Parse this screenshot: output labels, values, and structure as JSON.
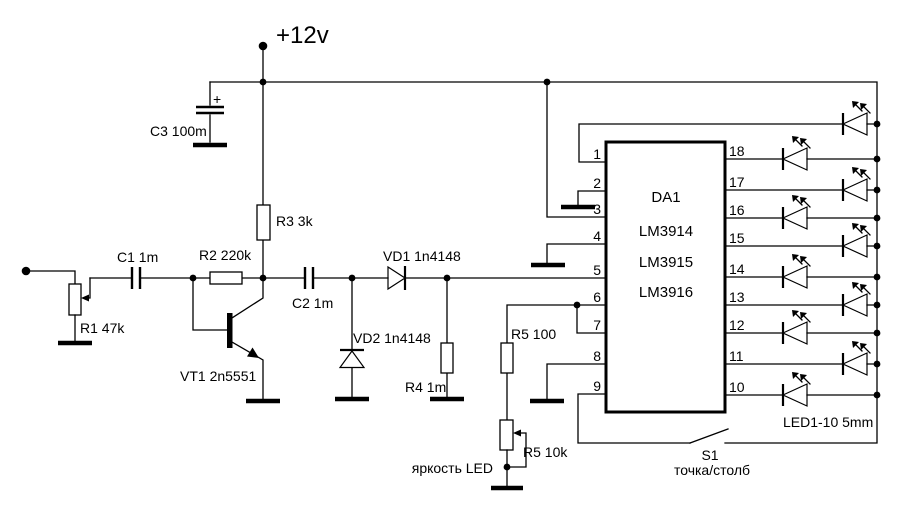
{
  "colors": {
    "background": "#ffffff",
    "ink": "#000000"
  },
  "power": {
    "label": "+12v"
  },
  "components": {
    "c3": {
      "label": "C3 100m",
      "polarity": "+"
    },
    "r3": {
      "label": "R3 3k"
    },
    "c1": {
      "label": "C1 1m"
    },
    "r1": {
      "label": "R1 47k"
    },
    "r2": {
      "label": "R2 220k"
    },
    "vt1": {
      "label": "VT1 2n5551"
    },
    "c2": {
      "label": "C2 1m"
    },
    "vd1": {
      "label": "VD1 1n4148"
    },
    "vd2": {
      "label": "VD2 1n4148"
    },
    "r4": {
      "label": "R4 1m"
    },
    "r5_filter": {
      "label": "R5 100"
    },
    "r5_pot": {
      "label": "R5 10k"
    }
  },
  "ic": {
    "designator": "DA1",
    "models": [
      "LM3914",
      "LM3915",
      "LM3916"
    ],
    "left_pins": [
      "1",
      "2",
      "3",
      "4",
      "5",
      "6",
      "7",
      "8",
      "9"
    ],
    "right_pins": [
      "18",
      "17",
      "16",
      "15",
      "14",
      "13",
      "12",
      "11",
      "10"
    ]
  },
  "leds": {
    "caption": "LED1-10  5mm",
    "count": 10
  },
  "switch": {
    "designator": "S1",
    "caption": "точка/столб"
  },
  "notes": {
    "brightness": "яркость LED"
  }
}
